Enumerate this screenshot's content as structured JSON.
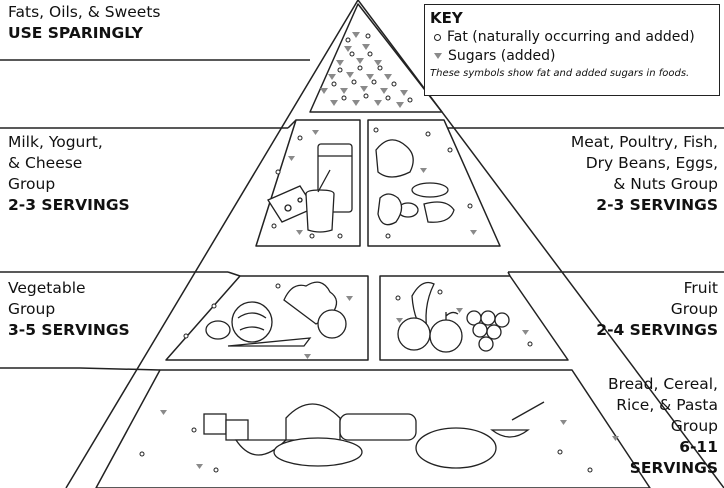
{
  "key": {
    "title": "KEY",
    "fat_label": "Fat (naturally occurring and added)",
    "sugar_label": "Sugars (added)",
    "note": "These symbols show fat and added sugars in foods."
  },
  "groups": {
    "fats": {
      "name_lines": [
        "Fats, Oils, & Sweets"
      ],
      "servings": "USE SPARINGLY"
    },
    "milk": {
      "name_lines": [
        "Milk, Yogurt,",
        "& Cheese",
        "Group"
      ],
      "servings": "2-3 SERVINGS"
    },
    "meat": {
      "name_lines": [
        "Meat, Poultry, Fish,",
        "Dry Beans, Eggs,",
        "& Nuts Group"
      ],
      "servings": "2-3 SERVINGS"
    },
    "vegetable": {
      "name_lines": [
        "Vegetable",
        "Group"
      ],
      "servings": "3-5 SERVINGS"
    },
    "fruit": {
      "name_lines": [
        "Fruit",
        "Group"
      ],
      "servings": "2-4 SERVINGS"
    },
    "bread": {
      "name_lines": [
        "Bread, Cereal,",
        "Rice, & Pasta",
        "Group",
        "6-11"
      ],
      "servings": "SERVINGS"
    }
  },
  "colors": {
    "line": "#222222",
    "sugar": "#8a8a8a"
  }
}
